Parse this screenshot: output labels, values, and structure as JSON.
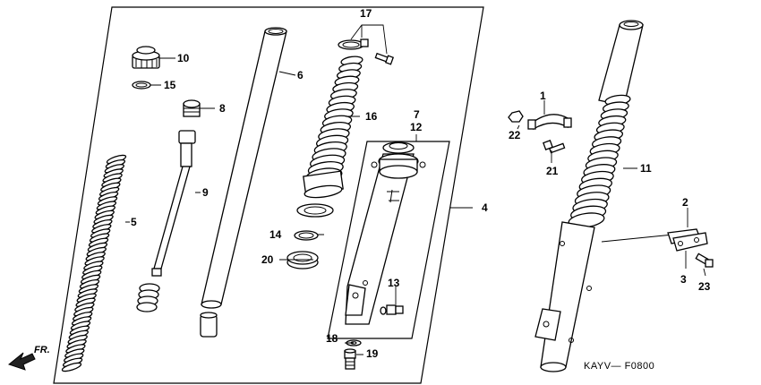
{
  "diagram": {
    "figure_code": "KAYV— F0800",
    "front_indicator": "FR.",
    "callouts": {
      "c1": "1",
      "c2": "2",
      "c3": "3",
      "c4": "4",
      "c5": "5",
      "c6": "6",
      "c7": "7",
      "c8": "8",
      "c9": "9",
      "c10": "10",
      "c11": "11",
      "c12": "12",
      "c13": "13",
      "c14": "14",
      "c15": "15",
      "c16": "16",
      "c17": "17",
      "c18": "18",
      "c19": "19",
      "c20": "20",
      "c21": "21",
      "c22": "22",
      "c23": "23"
    }
  }
}
